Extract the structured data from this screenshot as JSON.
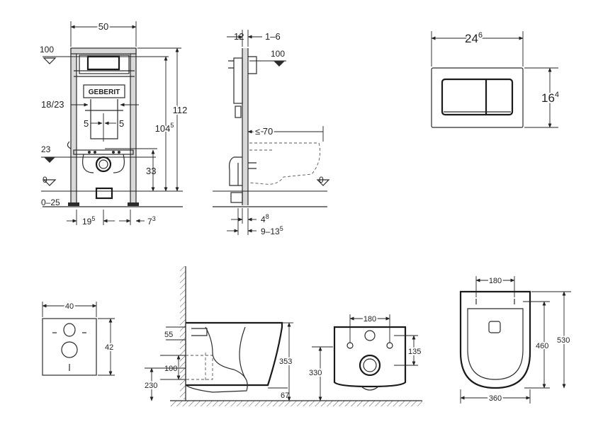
{
  "frame_front": {
    "width": "50",
    "height_total": "112",
    "height_inner": "104",
    "height_inner_sup": "5",
    "level_top": "100",
    "level_pipe": "23",
    "level_floor": "0",
    "floor_range": "0–25",
    "pipe_width": "18/23",
    "half_left": "5",
    "half_right": "5",
    "drain_height": "33",
    "leg_inset": "19",
    "leg_inset_sup": "5",
    "leg_outer": "7",
    "leg_outer_sup": "3",
    "brand": "GEBERIT"
  },
  "frame_side": {
    "top_depth": "12",
    "top_adjust": "1–6",
    "level_top": "100",
    "bowl_projection": "≤ 70",
    "level_floor": "0",
    "base_offset": "4",
    "base_offset_sup": "8",
    "base_range": "9–13",
    "base_range_sup": "5"
  },
  "flush_plate": {
    "width": "24",
    "width_sup": "6",
    "height": "16",
    "height_sup": "4"
  },
  "wall_template": {
    "width": "40",
    "height": "42"
  },
  "toilet_side": {
    "inlet_height": "55",
    "outlet_height": "100",
    "outlet_floor": "230",
    "bowl_height": "353",
    "foot_depth": "67"
  },
  "toilet_rear": {
    "bolt_spacing": "180",
    "bolt_height": "135",
    "outlet_floor": "330"
  },
  "toilet_top": {
    "seat_bolts": "180",
    "inner_length": "460",
    "total_length": "530",
    "width": "360"
  },
  "colors": {
    "line": "#2b2b2b",
    "frame_grey": "#d9d9d9",
    "background": "#ffffff"
  }
}
